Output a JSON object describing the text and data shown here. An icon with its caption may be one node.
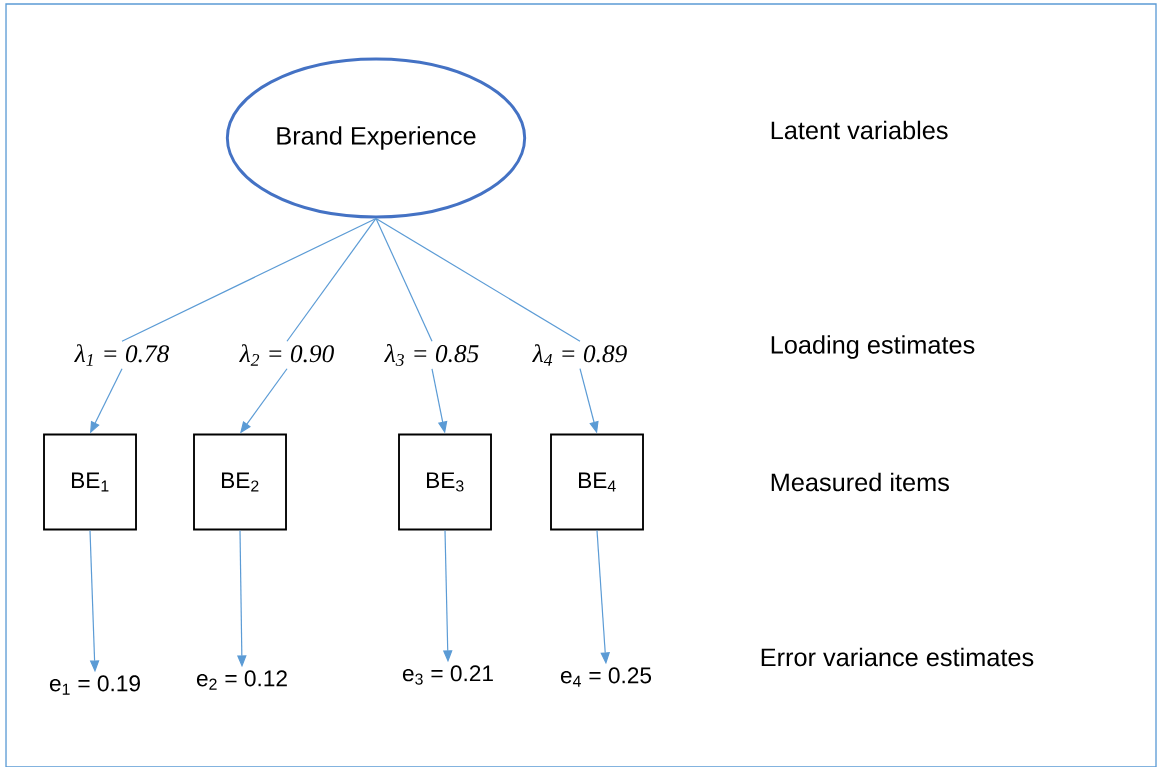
{
  "diagram": {
    "nodes": [
      {
        "text": [
          "Brand Experience"
        ]
      },
      {
        "text": [
          "λ$_{1}$ = 0.78"
        ]
      },
      {
        "text": [
          "λ$_{2}$ = 0.90"
        ]
      },
      {
        "text": [
          "λ$_{3}$ = 0.85"
        ]
      },
      {
        "text": [
          "λ$_{4}$ = 0.89"
        ]
      },
      {
        "text": [
          "BE$_{1}$"
        ]
      },
      {
        "text": [
          "BE$_{2}$"
        ]
      },
      {
        "text": [
          "BE$_{3}$"
        ]
      },
      {
        "text": [
          "BE$_{4}$"
        ]
      },
      {
        "text": [
          "e$_{1}$ = 0.19"
        ]
      },
      {
        "text": [
          "e$_{2}$ = 0.12"
        ]
      },
      {
        "text": [
          "e$_{3}$ = 0.21"
        ]
      },
      {
        "text": [
          "e$_{4}$ = 0.25"
        ]
      }
    ],
    "edges": [
      {
        "from": 0,
        "to": 1,
        "arrow": "none"
      },
      {
        "from": 0,
        "to": 2,
        "arrow": "none"
      },
      {
        "from": 0,
        "to": 3,
        "arrow": "none"
      },
      {
        "from": 0,
        "to": 4,
        "arrow": "none"
      },
      {
        "from": 1,
        "to": 5,
        "arrow": "to"
      },
      {
        "from": 2,
        "to": 6,
        "arrow": "to"
      },
      {
        "from": 3,
        "to": 7,
        "arrow": "to"
      },
      {
        "from": 4,
        "to": 8,
        "arrow": "to"
      },
      {
        "from": 5,
        "to": 9,
        "arrow": "to"
      },
      {
        "from": 6,
        "to": 10,
        "arrow": "to"
      },
      {
        "from": 7,
        "to": 11,
        "arrow": "to"
      },
      {
        "from": 8,
        "to": 12,
        "arrow": "to"
      }
    ],
    "labels": [
      "Latent variables",
      "Loading estimates",
      "Measured items",
      "Error variance estimates"
    ]
  }
}
